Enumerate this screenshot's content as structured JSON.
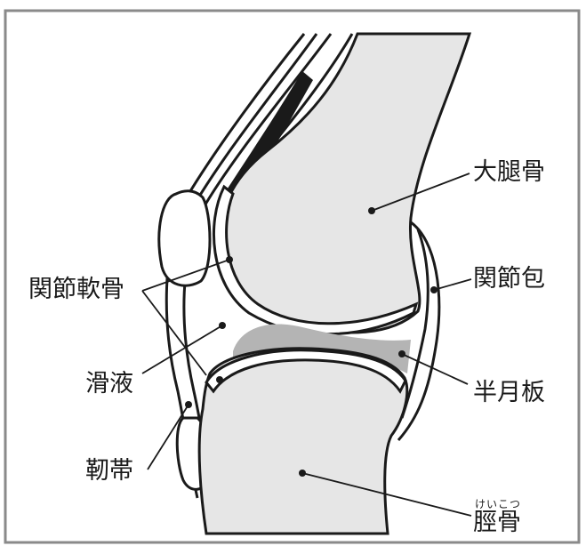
{
  "labels": {
    "femur": "大腿骨",
    "articular_cartilage": "関節軟骨",
    "joint_capsule": "関節包",
    "synovial_fluid": "滑液",
    "meniscus": "半月板",
    "ligament": "靭帯",
    "tibia": "脛骨",
    "tibia_reading": "けいこつ"
  },
  "colors": {
    "bone_fill": "#e6e6e6",
    "outline": "#1a1a1a",
    "meniscus": "#b4b4b4",
    "frame": "#8a8a8a"
  }
}
